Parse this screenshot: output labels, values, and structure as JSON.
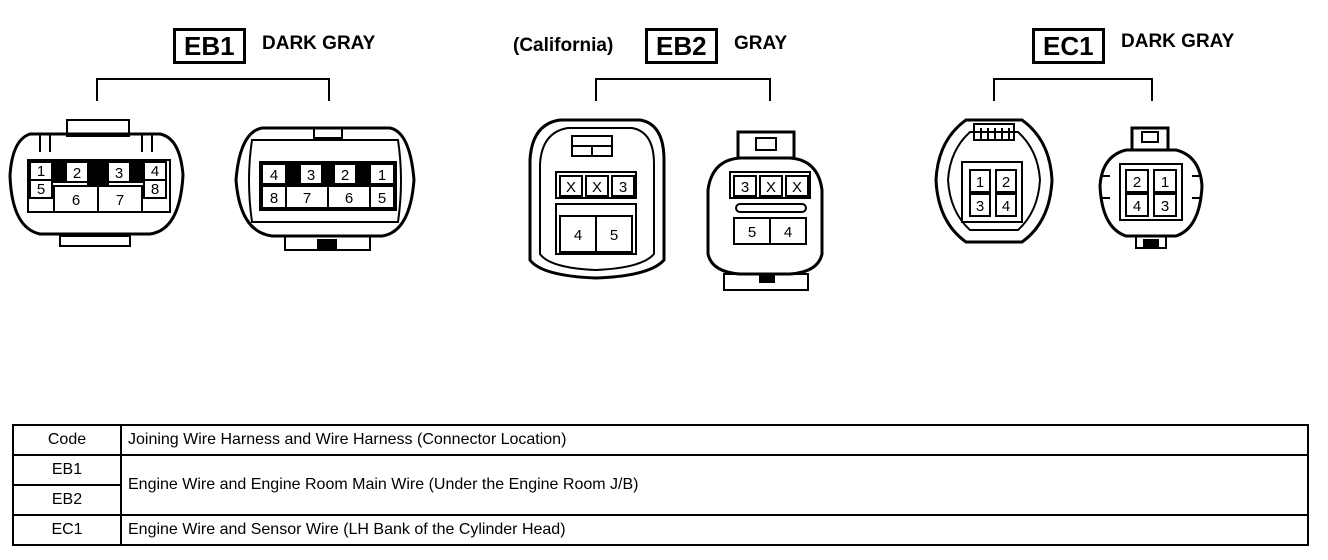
{
  "connectors": [
    {
      "code": "EB1",
      "color": "DARK GRAY",
      "note": "",
      "female_pins": [
        "1",
        "2",
        "3",
        "4",
        "5",
        "6",
        "7",
        "8"
      ],
      "male_pins": [
        "4",
        "3",
        "2",
        "1",
        "8",
        "7",
        "6",
        "5"
      ]
    },
    {
      "code": "EB2",
      "color": "GRAY",
      "note": "(California)",
      "female_pins": [
        "X",
        "X",
        "3",
        "4",
        "5"
      ],
      "male_pins": [
        "3",
        "X",
        "X",
        "5",
        "4"
      ]
    },
    {
      "code": "EC1",
      "color": "DARK GRAY",
      "note": "",
      "female_pins": [
        "1",
        "2",
        "3",
        "4"
      ],
      "male_pins": [
        "2",
        "1",
        "4",
        "3"
      ]
    }
  ],
  "table": {
    "header": {
      "code": "Code",
      "description": "Joining Wire Harness and Wire Harness (Connector Location)"
    },
    "rows": [
      {
        "code": "EB1",
        "description": "Engine Wire and Engine Room Main Wire (Under the Engine Room J/B)"
      },
      {
        "code": "EB2",
        "description": ""
      },
      {
        "code": "EC1",
        "description": "Engine Wire and Sensor Wire (LH Bank of the Cylinder Head)"
      }
    ]
  }
}
